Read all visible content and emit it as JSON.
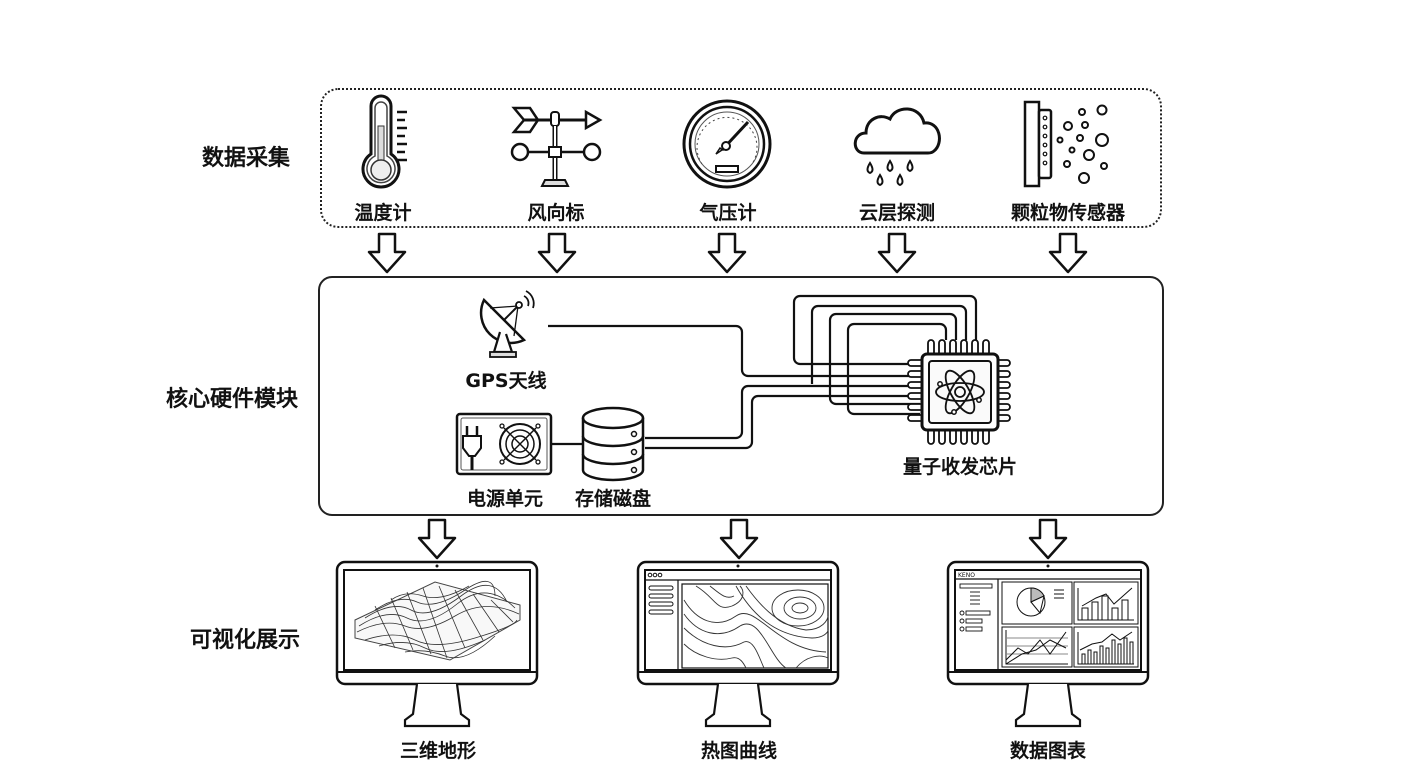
{
  "diagram": {
    "rows": [
      {
        "id": "collection",
        "label": "数据采集"
      },
      {
        "id": "hardware",
        "label": "核心硬件模块"
      },
      {
        "id": "visualization",
        "label": "可视化展示"
      }
    ],
    "sensors": [
      {
        "label": "温度计",
        "icon": "thermometer-icon"
      },
      {
        "label": "风向标",
        "icon": "wind-vane-icon"
      },
      {
        "label": "气压计",
        "icon": "barometer-icon"
      },
      {
        "label": "云层探测",
        "icon": "cloud-rain-icon"
      },
      {
        "label": "颗粒物传感器",
        "icon": "particle-sensor-icon"
      }
    ],
    "hardware": {
      "gps": {
        "label": "GPS天线",
        "icon": "satellite-dish-icon"
      },
      "power": {
        "label": "电源单元",
        "icon": "power-supply-icon"
      },
      "storage": {
        "label": "存储磁盘",
        "icon": "database-icon"
      },
      "chip": {
        "label": "量子收发芯片",
        "icon": "quantum-chip-icon"
      }
    },
    "displays": [
      {
        "label": "三维地形",
        "icon": "terrain-mesh-monitor-icon"
      },
      {
        "label": "热图曲线",
        "icon": "contour-map-monitor-icon"
      },
      {
        "label": "数据图表",
        "icon": "dashboard-monitor-icon"
      }
    ]
  }
}
